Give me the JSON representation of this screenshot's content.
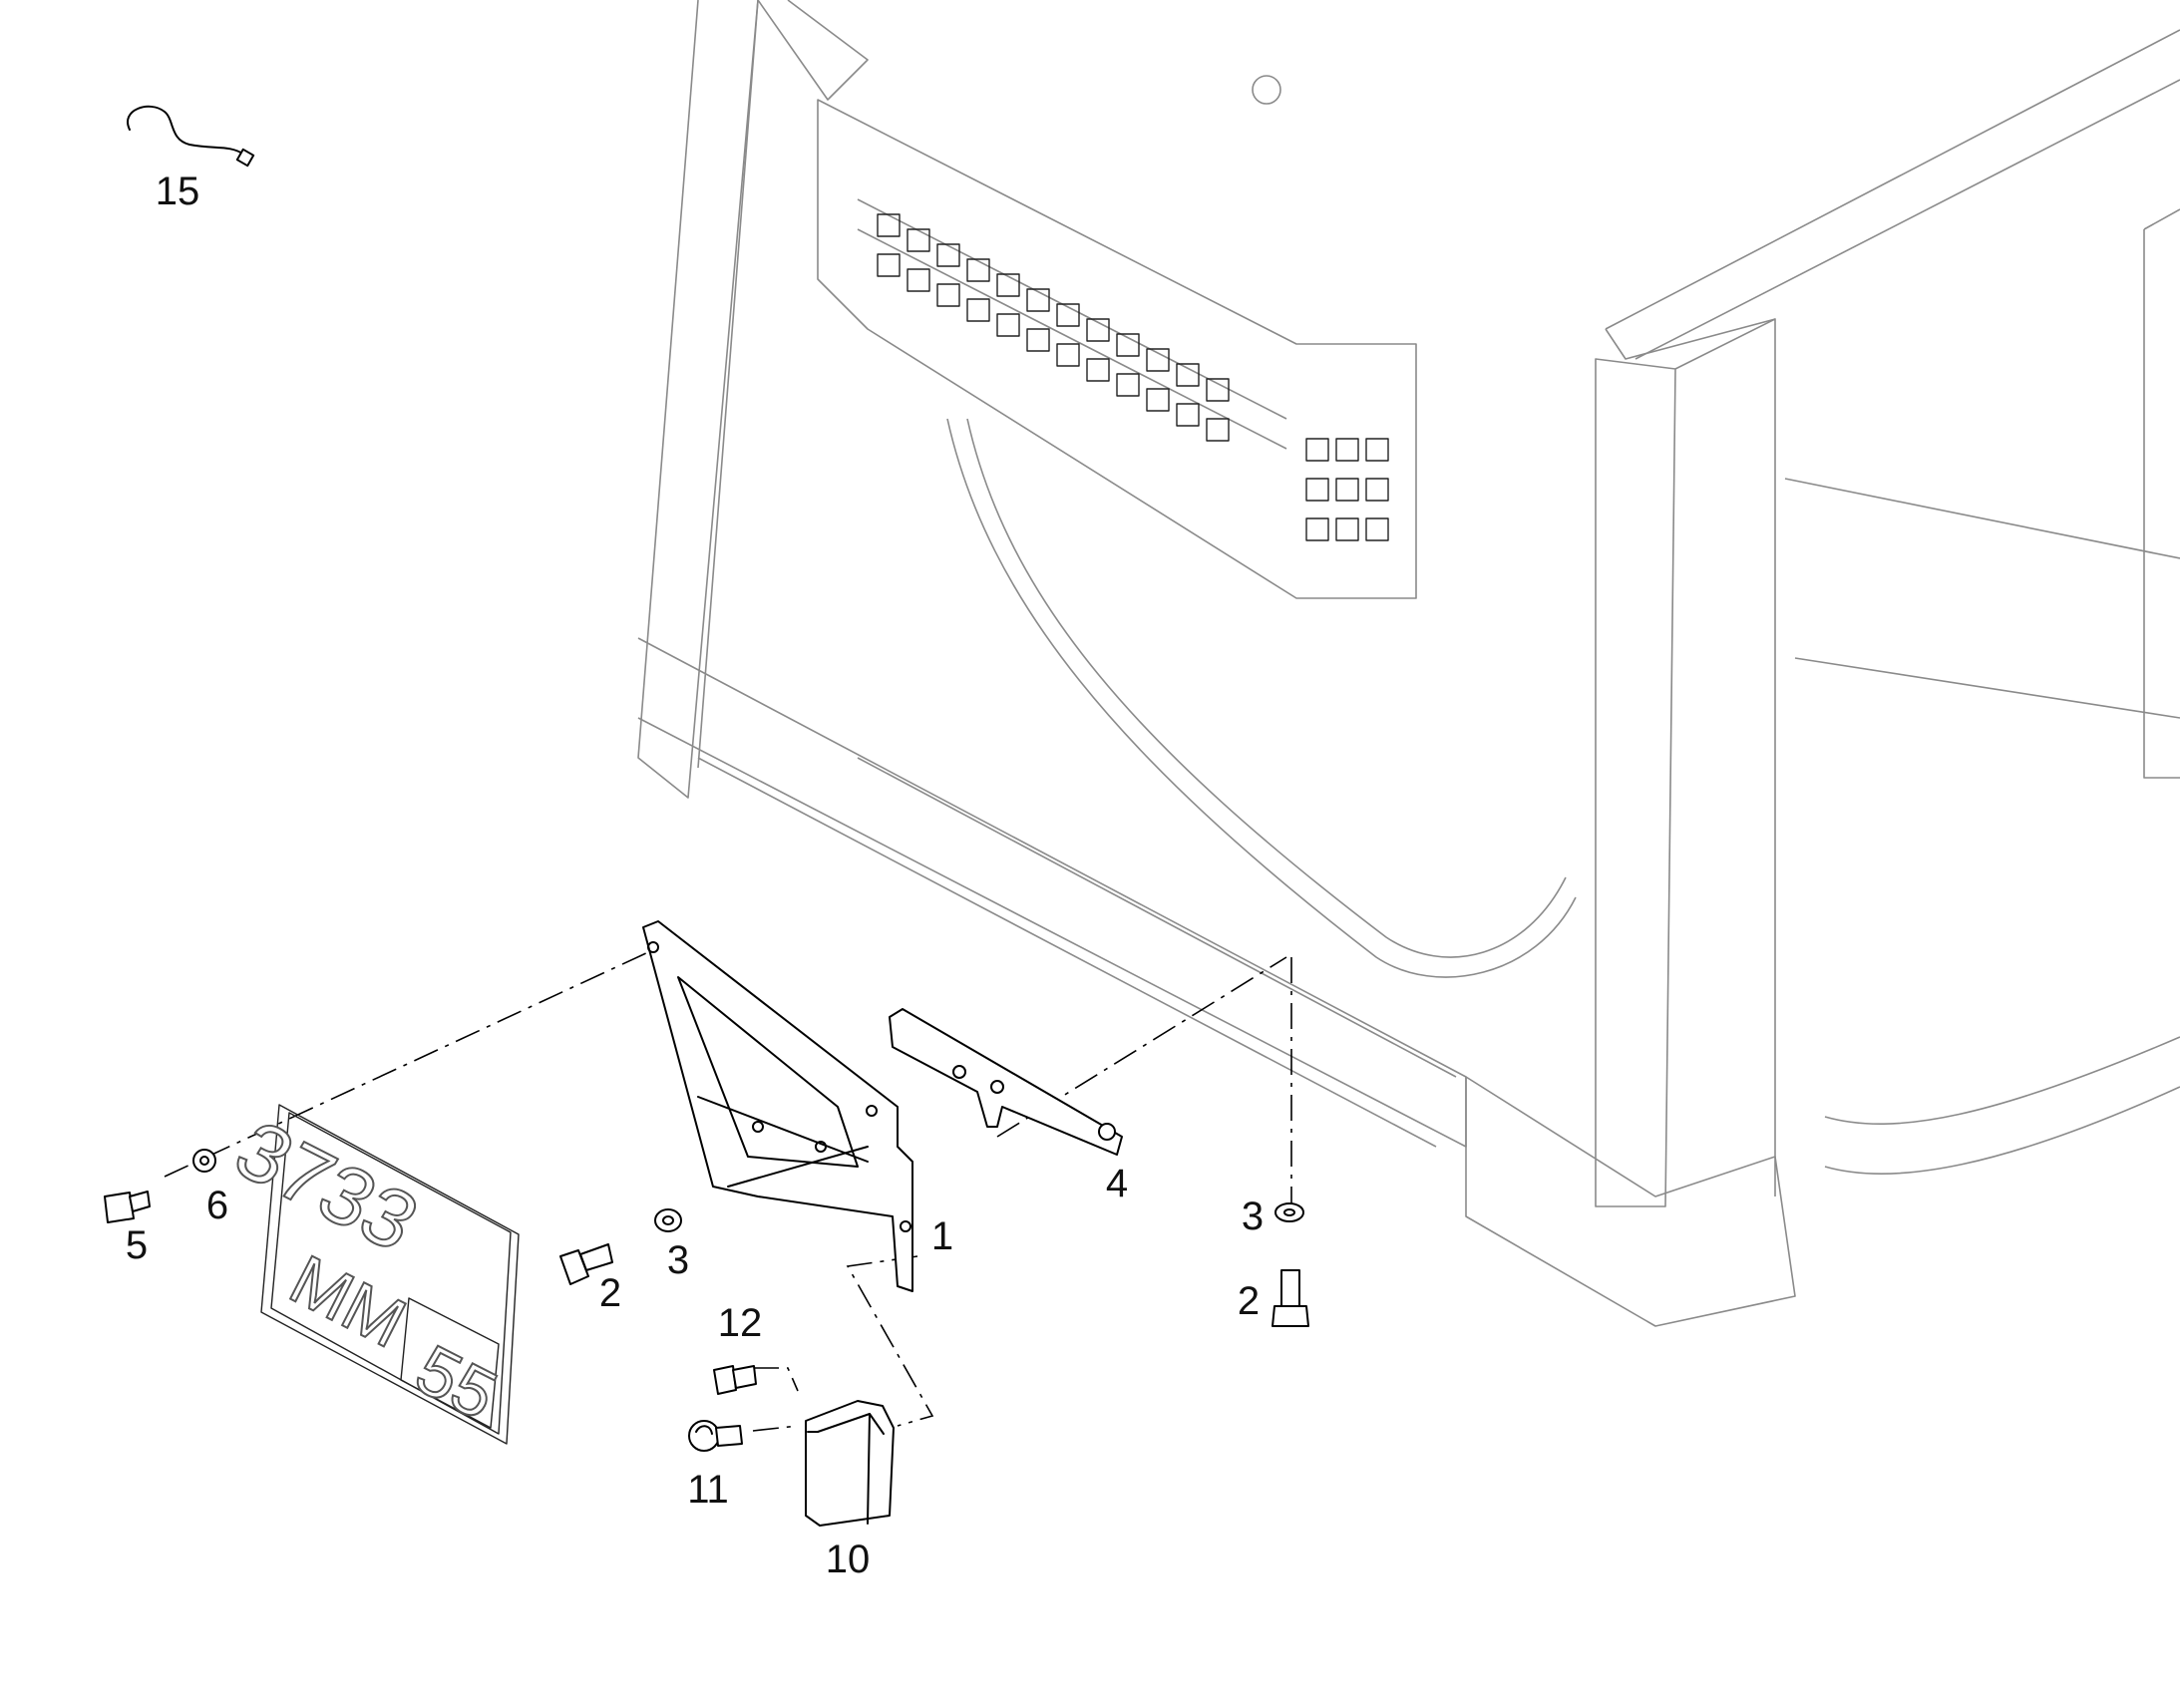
{
  "callouts": {
    "c15": "15",
    "c5": "5",
    "c6": "6",
    "c2_left": "2",
    "c3_left": "3",
    "c1": "1",
    "c4": "4",
    "c3_right": "3",
    "c2_right": "2",
    "c12": "12",
    "c11": "11",
    "c10": "10"
  },
  "license_plate": {
    "line1": "3733",
    "line2_letters": "MM",
    "line2_region": "55"
  },
  "colors": {
    "line": "#000000",
    "faint_line": "#8a8a8a",
    "background": "#ffffff"
  }
}
